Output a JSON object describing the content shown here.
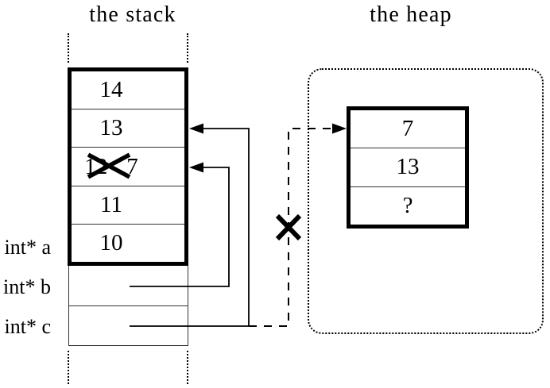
{
  "titles": {
    "stack": "the stack",
    "heap": "the heap"
  },
  "stack": {
    "cells": [
      {
        "value": "14"
      },
      {
        "value": "13"
      },
      {
        "old_value": "12",
        "crossed_out": true,
        "new_value": "7"
      },
      {
        "value": "11"
      },
      {
        "value": "10"
      }
    ],
    "pointer_labels": [
      {
        "label": "int* a"
      },
      {
        "label": "int* b"
      },
      {
        "label": "int* c"
      }
    ]
  },
  "heap": {
    "cells": [
      {
        "value": "7"
      },
      {
        "value": "13"
      },
      {
        "value": "?"
      }
    ]
  },
  "pointers": {
    "b_target": "stack cell containing 7",
    "c_target": "stack cell containing 13",
    "dangling_target": "heap cell containing 7",
    "dangling_state": "crossed-out"
  },
  "colors": {
    "ink": "#000000",
    "background": "#ffffff"
  }
}
